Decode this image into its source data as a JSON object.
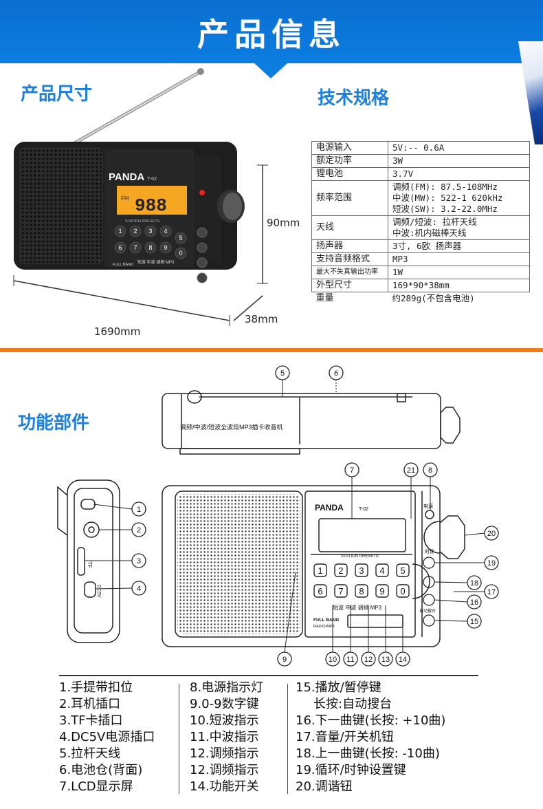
{
  "banner": {
    "title": "产品信息"
  },
  "sections": {
    "size": "产品尺寸",
    "specs": "技术规格",
    "parts": "功能部件"
  },
  "radio": {
    "brand": "PANDA",
    "model": "T-02",
    "lcd": "988",
    "lcd_band": "FM",
    "presets_label": "STATION PRESETS",
    "full_band": "FULL BAND",
    "radio_mp3": "RADIO MP3",
    "keys": [
      "1",
      "2",
      "3",
      "4",
      "5",
      "6",
      "7",
      "8",
      "9",
      "0"
    ],
    "switch_labels": "短波 中波 调频 MP3",
    "power_label": "电源",
    "clock_label": "时钟",
    "auto_label": "自动搜台",
    "top_label": "调频/中波/短波全波段MP3插卡收音机"
  },
  "dimensions": {
    "width": "1690mm",
    "height": "90mm",
    "depth": "38mm"
  },
  "specs": [
    {
      "k": "电源输入",
      "v": [
        "5V:-- 0.6A"
      ]
    },
    {
      "k": "额定功率",
      "v": [
        "3W"
      ]
    },
    {
      "k": "锂电池",
      "v": [
        "3.7V"
      ]
    },
    {
      "k": "频率范围",
      "v": [
        "调频(FM): 87.5-108MHz",
        "中波(MW): 522-1 620kHz",
        "短波(SW): 3.2-22.0MHz"
      ]
    },
    {
      "k": "天线",
      "v": [
        "调频/短波: 拉杆天线",
        "中波:机内磁棒天线"
      ]
    },
    {
      "k": "扬声器",
      "v": [
        "3寸, 6欧 扬声器"
      ]
    },
    {
      "k": "支持音频格式",
      "v": [
        "MP3"
      ]
    },
    {
      "k": "最大不失真输出功率",
      "v": [
        "1W"
      ]
    },
    {
      "k": "外型尺寸",
      "v": [
        "169*90*38mm"
      ]
    },
    {
      "k": "重量",
      "v": [
        "约289g(不包含电池)"
      ]
    }
  ],
  "callouts": [
    "1",
    "2",
    "3",
    "4",
    "5",
    "6",
    "7",
    "8",
    "9",
    "10",
    "11",
    "12",
    "13",
    "14",
    "15",
    "16",
    "17",
    "18",
    "19",
    "20",
    "21"
  ],
  "side_labels": {
    "tf": "TF",
    "dc": "DC5V"
  },
  "legend": {
    "col1": [
      "1.手提带扣位",
      "2.耳机插口",
      "3.TF卡插口",
      "4.DC5V电源插口",
      "5.拉杆天线",
      "6.电池仓(背面)",
      "7.LCD显示屏"
    ],
    "col2": [
      "8.电源指示灯",
      "9.0-9数字键",
      "10.短波指示",
      "11.中波指示",
      "12.调频指示",
      "12.调频指示",
      "14.功能开关"
    ],
    "col3": [
      "15.播放/暂停键",
      "  长按:自动搜台",
      "16.下一曲键(长按: +10曲)",
      "17.音量/开关机钮",
      "18.上一曲键(长按: -10曲)",
      "19.循环/时钟设置键",
      "20.调谐钮"
    ]
  },
  "colors": {
    "accent": "#1b7fe0",
    "banner": "#0d7de0",
    "divider": "#f07d1a",
    "lcd": "#f5a623"
  }
}
